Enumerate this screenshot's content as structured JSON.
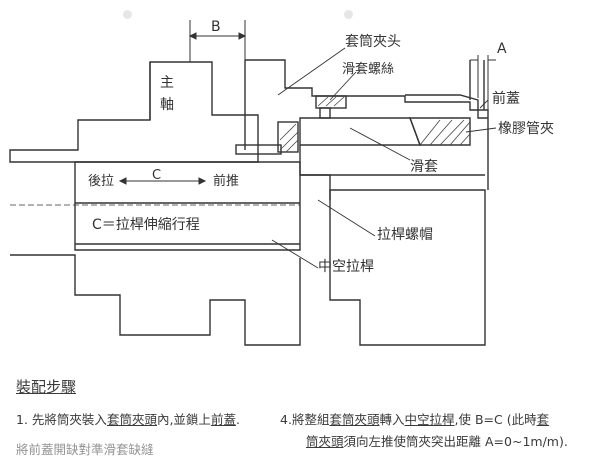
{
  "diagram": {
    "labels": {
      "B": "B",
      "A": "A",
      "main_shaft": "主",
      "main_shaft2": "軸",
      "sleeve_collet": "套筒夾头",
      "sliding_screw": "滑套螺絲",
      "front_cover": "前蓋",
      "rubber_sleeve": "橡膠管夾",
      "sliding_sleeve": "滑套",
      "rear_back": "後拉",
      "C": "C",
      "front_push": "前推",
      "c_formula": "C＝拉桿伸縮行程",
      "rod_nut": "拉桿螺帽",
      "hollow_rod": "中空拉桿"
    }
  },
  "steps": {
    "title": "裝配步驟",
    "step1_num": "1.",
    "step1_a": "先將筒夾裝入",
    "step1_u1": "套筒夾頭",
    "step1_b": "內,並鎖上",
    "step1_u2": "前蓋",
    "step1_c": ".",
    "step4_num": "4.",
    "step4_a": "將整組",
    "step4_u1": "套筒夾頭",
    "step4_b": "轉入",
    "step4_u2": "中空拉桿",
    "step4_c": ",使 B=C (此時",
    "step4_u3": "套",
    "step4_line2_u": "筒夾頭",
    "step4_line2": "須向左推使筒夾突出距離 A=0~1m/m).",
    "step2_partial": "將前蓋開缺對準滑套缺縫"
  }
}
